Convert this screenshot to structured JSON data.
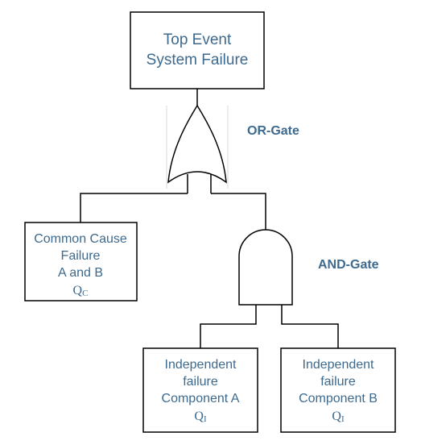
{
  "top_event": {
    "line1": "Top Event",
    "line2": "System Failure"
  },
  "or_gate": {
    "label": "OR-Gate"
  },
  "and_gate": {
    "label": "AND-Gate"
  },
  "common_cause": {
    "line1": "Common Cause",
    "line2": "Failure",
    "line3": "A and B",
    "q_symbol": "Q",
    "q_sub": "C"
  },
  "component_a": {
    "line1": "Independent",
    "line2": "failure",
    "line3": "Component A",
    "q_symbol": "Q",
    "q_sub": "I"
  },
  "component_b": {
    "line1": "Independent",
    "line2": "failure",
    "line3": "Component B",
    "q_symbol": "Q",
    "q_sub": "I"
  },
  "colors": {
    "line": "#000000",
    "text": "#3d6a8e",
    "guide": "#d9d9d9"
  }
}
